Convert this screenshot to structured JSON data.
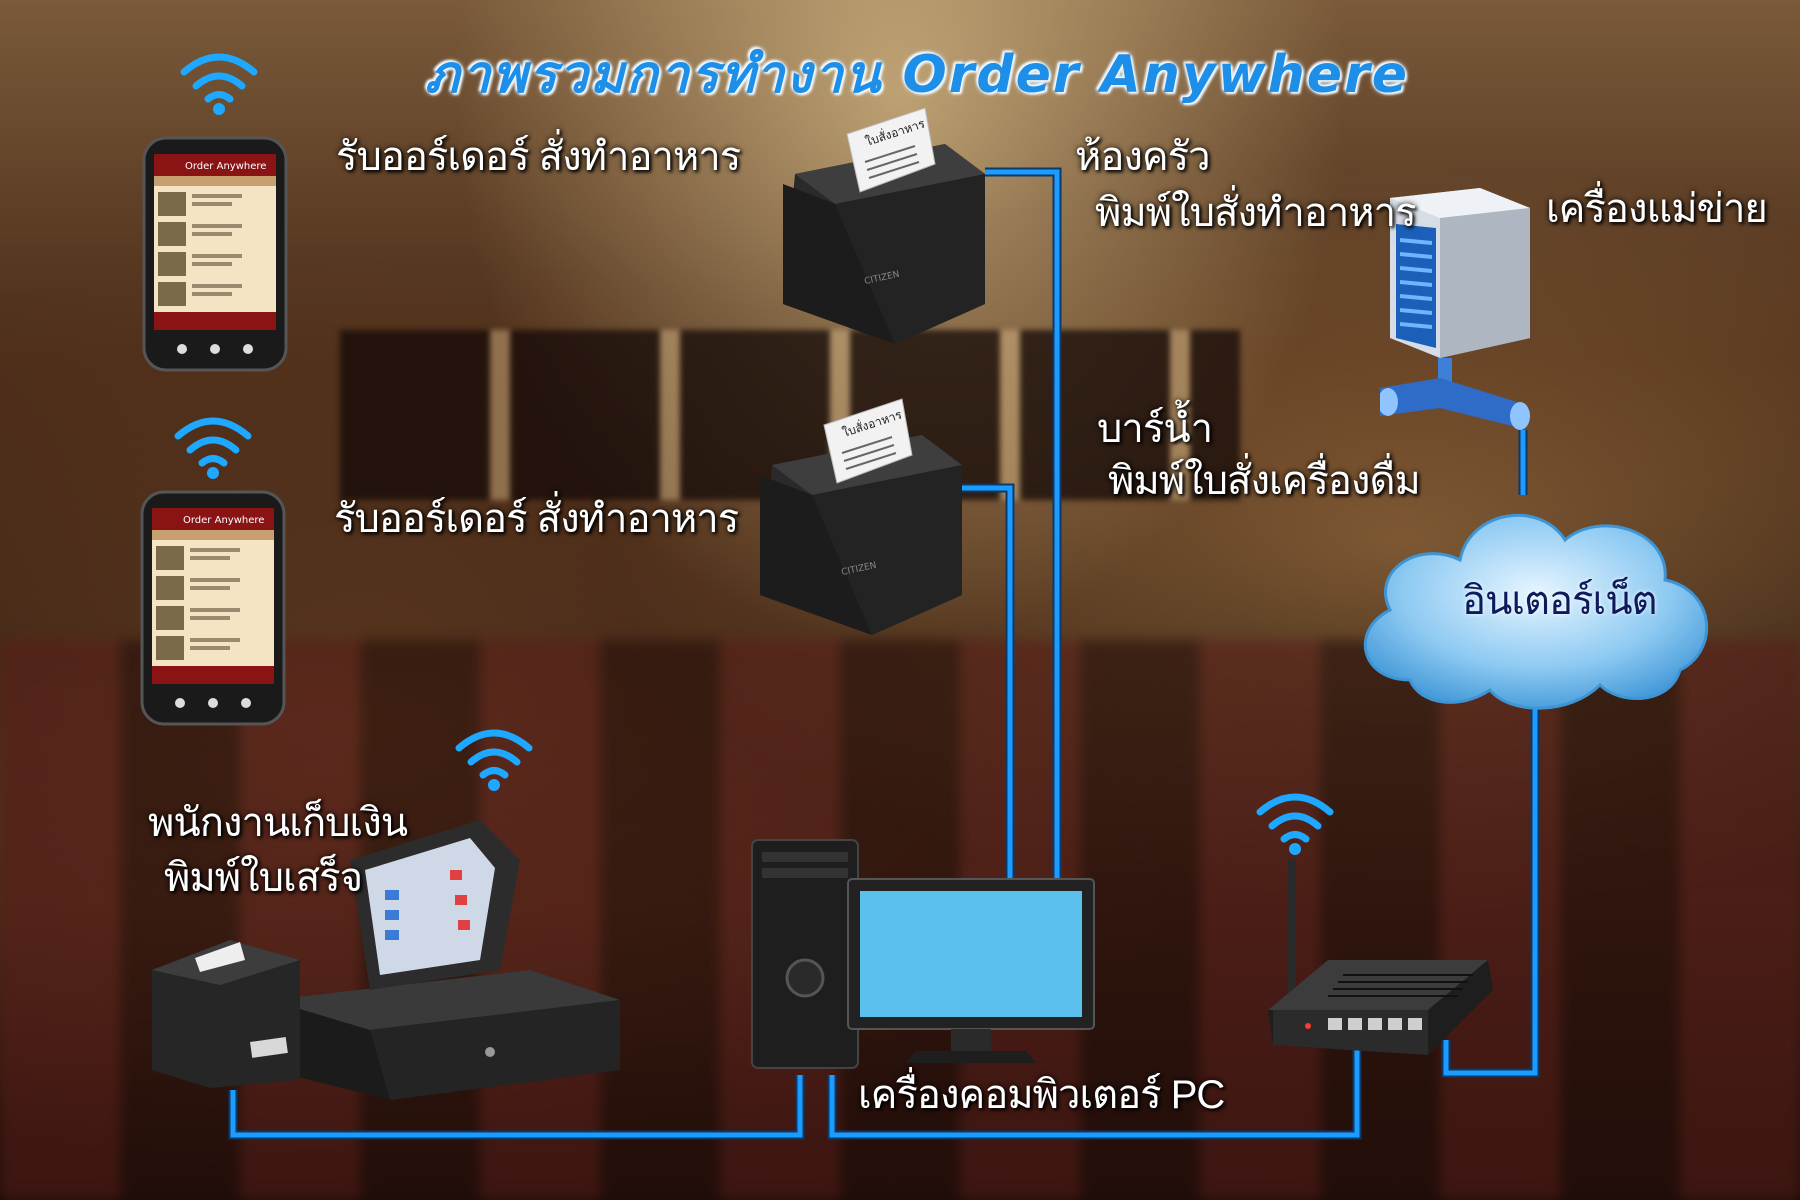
{
  "title": "ภาพรวมการทำงาน Order Anywhere",
  "phone_app_title": "Order Anywhere",
  "labels": {
    "phone1": "รับออร์เดอร์ สั่งทำอาหาร",
    "phone2": "รับออร์เดอร์ สั่งทำอาหาร",
    "kitchen_line1": "ห้องครัว",
    "kitchen_line2": "พิมพ์ใบสั่งทำอาหาร",
    "bar_line1": "บาร์น้ำ",
    "bar_line2": "พิมพ์ใบสั่งเครื่องดื่ม",
    "server": "เครื่องแม่ข่าย",
    "internet": "อินเตอร์เน็ต",
    "cashier_line1": "พนักงานเก็บเงิน",
    "cashier_line2": "พิมพ์ใบเสร็จ",
    "pc": "เครื่องคอมพิวเตอร์ PC"
  },
  "receipt_text": "ใบสั่งอาหาร",
  "printer_brand": "CITIZEN",
  "icons": [
    "wifi-icon",
    "smartphone-icon",
    "receipt-printer-icon",
    "server-icon",
    "cloud-icon",
    "router-icon",
    "pc-tower-icon",
    "monitor-icon",
    "pos-terminal-icon",
    "cash-drawer-icon"
  ],
  "colors": {
    "connector": "#1e9bff",
    "title": "#1e8fe8",
    "cloud": "#9fd4f5"
  }
}
